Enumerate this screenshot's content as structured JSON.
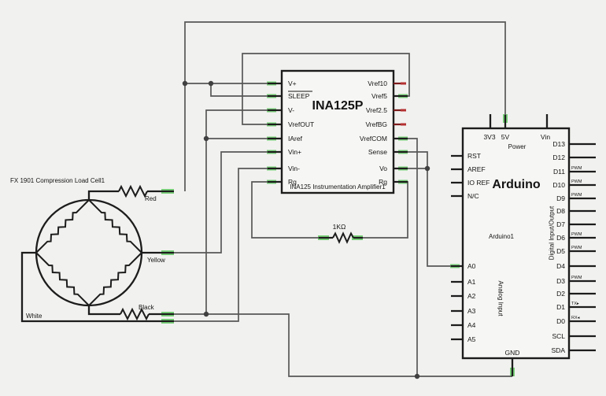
{
  "colors": {
    "background": "#f1f1ef",
    "net_wire": "#575757",
    "component_stroke": "#1c1c1c",
    "connection_green": "#79d179",
    "unconnected_pin_maroon": "#7c1b1b",
    "unconnected_pin_red_tip": "#b43030",
    "junction_dot": "#404040"
  },
  "load_cell": {
    "title": "FX 1901 Compression Load Cell1",
    "leads": {
      "red": "Red",
      "yellow": "Yellow",
      "black": "Black",
      "white": "White"
    }
  },
  "ina125": {
    "title": "INA125P",
    "subtitle": "INA125 Instrumentation Amplifier1",
    "left_pins": [
      "V+",
      "SLEEP",
      "V-",
      "VrefOUT",
      "IAref",
      "Vin+",
      "Vin-",
      "Rg"
    ],
    "right_pins": [
      "Vref10",
      "Vref5",
      "Vref2.5",
      "VrefBG",
      "VrefCOM",
      "Sense",
      "Vo",
      "Rg"
    ]
  },
  "resistor1": {
    "value": "1KΩ"
  },
  "arduino": {
    "title": "Arduino",
    "instance": "Arduino1",
    "power_section": {
      "pins": [
        "3V3",
        "5V",
        "Vin"
      ],
      "label": "Power"
    },
    "left_pins": [
      "RST",
      "AREF",
      "IO REF",
      "N/C"
    ],
    "analog": {
      "label": "Analog Input",
      "pins": [
        "A0",
        "A1",
        "A2",
        "A3",
        "A4",
        "A5"
      ]
    },
    "digital": {
      "label": "Digital Input/Output",
      "pins": [
        "D13",
        "D12",
        "D11",
        "D10",
        "D9",
        "D8",
        "D7",
        "D6",
        "D5",
        "D4",
        "D3",
        "D2",
        "D1",
        "D0",
        "SCL",
        "SDA"
      ],
      "tags": [
        "",
        "",
        "PWM",
        "PWM",
        "PWM",
        "",
        "",
        "PWM",
        "PWM",
        "",
        "PWM",
        "",
        "TX▸",
        "RX◂",
        "",
        ""
      ]
    },
    "gnd": "GND"
  }
}
